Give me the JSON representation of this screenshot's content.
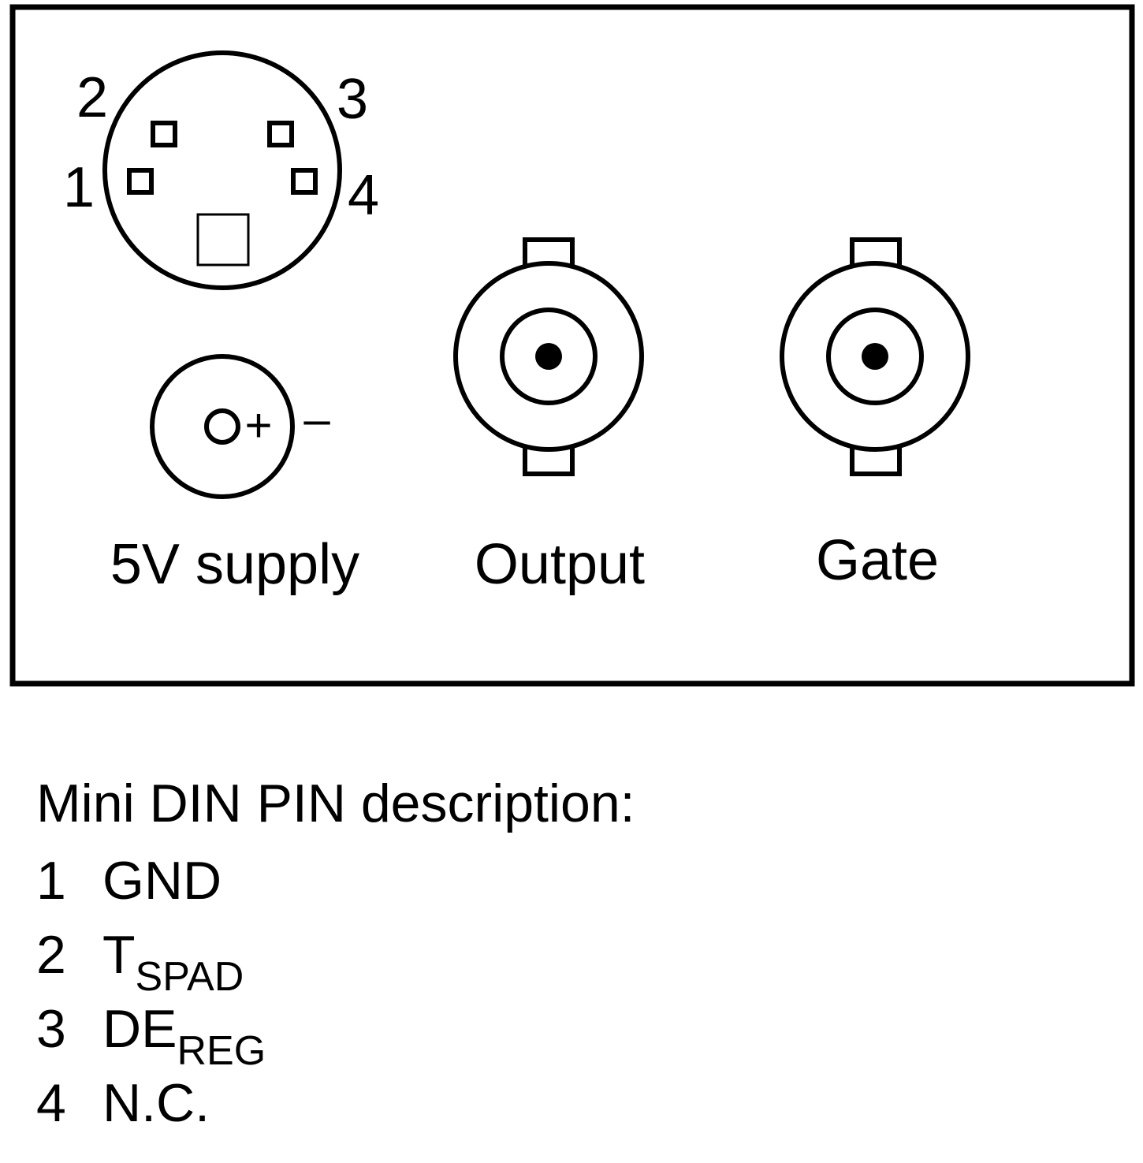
{
  "panel": {
    "mini_din": {
      "pin_labels": [
        "1",
        "2",
        "3",
        "4"
      ]
    },
    "power": {
      "plus_sign": "+",
      "minus_sign": "–",
      "label": "5V supply"
    },
    "output": {
      "label": "Output"
    },
    "gate": {
      "label": "Gate"
    }
  },
  "legend": {
    "title": "Mini DIN PIN description:",
    "pins": [
      {
        "number": "1",
        "name": "GND",
        "sub": ""
      },
      {
        "number": "2",
        "name": "T",
        "sub": "SPAD"
      },
      {
        "number": "3",
        "name": "DE",
        "sub": "REG"
      },
      {
        "number": "4",
        "name": "N.C.",
        "sub": ""
      }
    ]
  },
  "colors": {
    "stroke": "#000000",
    "background": "#ffffff"
  }
}
